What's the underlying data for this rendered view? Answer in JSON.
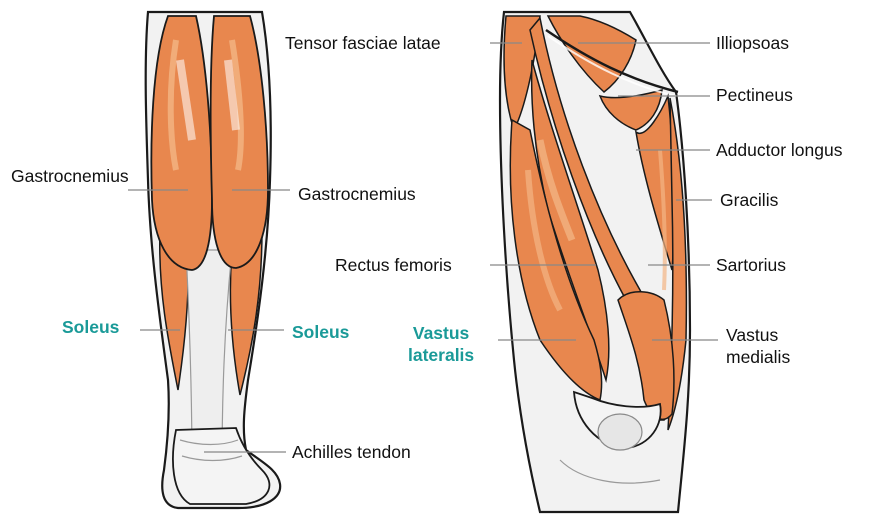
{
  "colors": {
    "muscle": "#e8874e",
    "muscle_dark": "#c8612a",
    "muscle_light": "#f3b585",
    "tendon": "#ececec",
    "outline": "#1a1a1a",
    "leader": "#888888",
    "highlight_label": "#1a9a98",
    "label": "#111111"
  },
  "calf": {
    "gastrocnemius_left": "Gastrocnemius",
    "gastrocnemius_right": "Gastrocnemius",
    "soleus_left": "Soleus",
    "soleus_right": "Soleus",
    "achilles": "Achilles tendon"
  },
  "thigh": {
    "tensor": "Tensor fasciae latae",
    "iliopsoas": "Illiopsoas",
    "pectineus": "Pectineus",
    "adductor": "Adductor longus",
    "gracilis": "Gracilis",
    "rectus": "Rectus femoris",
    "sartorius": "Sartorius",
    "vastus_lateralis_1": "Vastus",
    "vastus_lateralis_2": "lateralis",
    "vastus_medialis_1": "Vastus",
    "vastus_medialis_2": "medialis"
  }
}
